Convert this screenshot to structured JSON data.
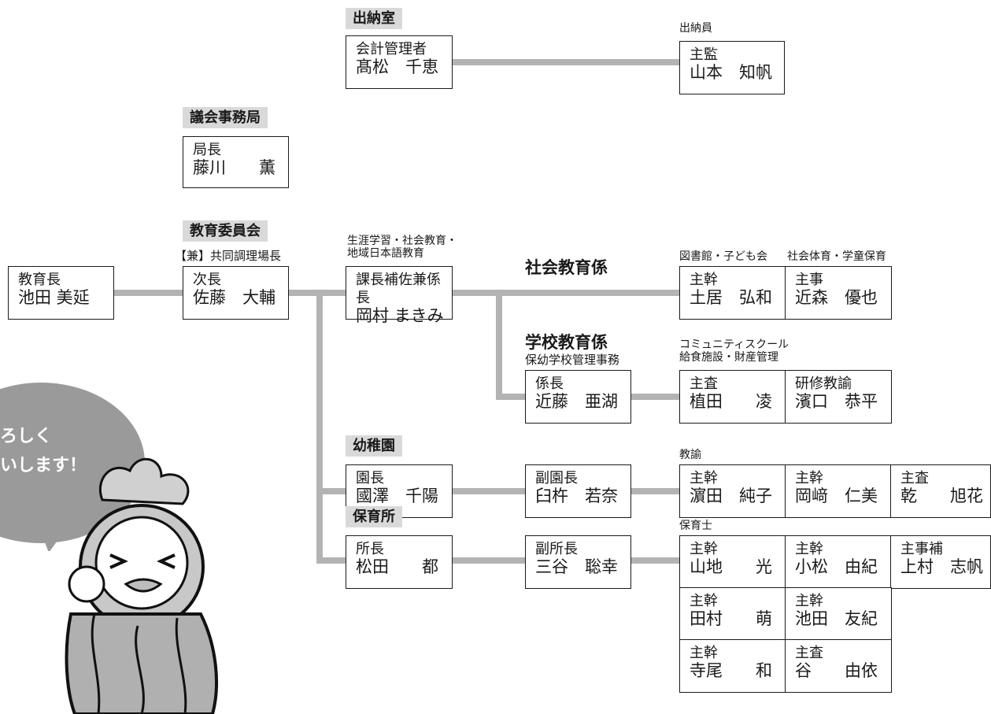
{
  "accounting": {
    "label": "出納室",
    "head": {
      "role": "会計管理者",
      "name": "髙松　千恵"
    },
    "staff_caption": "出納員",
    "staff": {
      "role": "主監",
      "name": "山本　知帆"
    }
  },
  "assembly": {
    "label": "議会事務局",
    "head": {
      "role": "局長",
      "name": "藤川　　薫"
    }
  },
  "education": {
    "label": "教育委員会",
    "note": "【兼】共同調理場長",
    "superintendent": {
      "role": "教育長",
      "name": "池田 美延"
    },
    "deputy": {
      "role": "次長",
      "name": "佐藤　大輔"
    },
    "manager_caption": "生涯学習・社会教育・\n地域日本語教育",
    "manager": {
      "role": "課長補佐兼係長",
      "name": "岡村 まきみ"
    }
  },
  "social": {
    "label": "社会教育係",
    "caption_left": "図書館・子ども会",
    "caption_right": "社会体育・学童保育",
    "staff": [
      {
        "role": "主幹",
        "name": "土居　弘和"
      },
      {
        "role": "主事",
        "name": "近森　優也"
      }
    ]
  },
  "school": {
    "label": "学校教育係",
    "sub": "保幼学校管理事務",
    "chief": {
      "role": "係長",
      "name": "近藤　亜湖"
    },
    "caption": "コミュニティスクール\n給食施設・財産管理",
    "staff": [
      {
        "role": "主査",
        "name": "植田　　凌"
      },
      {
        "role": "研修教諭",
        "name": "濱口　恭平"
      }
    ]
  },
  "kindergarten": {
    "label": "幼稚園",
    "head": {
      "role": "園長",
      "name": "國澤　千陽"
    },
    "vice": {
      "role": "副園長",
      "name": "臼杵　若奈"
    },
    "caption": "教諭",
    "staff": [
      {
        "role": "主幹",
        "name": "濵田　純子"
      },
      {
        "role": "主幹",
        "name": "岡﨑　仁美"
      },
      {
        "role": "主査",
        "name": "乾　　旭花"
      }
    ]
  },
  "nursery": {
    "label": "保育所",
    "head": {
      "role": "所長",
      "name": "松田　　都"
    },
    "vice": {
      "role": "副所長",
      "name": "三谷　聡幸"
    },
    "caption": "保育士",
    "staff": [
      {
        "role": "主幹",
        "name": "山地　　光"
      },
      {
        "role": "主幹",
        "name": "小松　由紀"
      },
      {
        "role": "主事補",
        "name": "上村　志帆"
      },
      {
        "role": "主幹",
        "name": "田村　　萌"
      },
      {
        "role": "主幹",
        "name": "池田　友紀"
      },
      {
        "role": "主幹",
        "name": "寺尾　　和"
      },
      {
        "role": "主査",
        "name": "谷　　由依"
      }
    ]
  },
  "speech": {
    "line1": "ろしく",
    "line2": "いします！"
  }
}
